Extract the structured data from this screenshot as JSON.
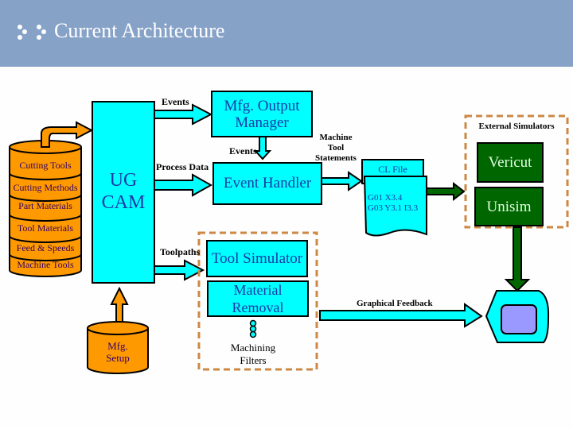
{
  "header": {
    "title": "Current Architecture",
    "icon": "bullet-dots-icon",
    "bg_color": "#87a2c7"
  },
  "colors": {
    "cyan": "#00ffff",
    "orange": "#ff9900",
    "green": "#006600",
    "dashed": "#cc8844",
    "screen": "#9999ff",
    "text_blue": "#1a3aa8"
  },
  "database": {
    "layers": [
      "Cutting Tools",
      "Cutting Methods",
      "Part Materials",
      "Tool Materials",
      "Feed & Speeds",
      "Machine Tools"
    ]
  },
  "ug_cam": {
    "label_line1": "UG",
    "label_line2": "CAM"
  },
  "mfg_setup": {
    "line1": "Mfg.",
    "line2": "Setup"
  },
  "mfg_output_manager": {
    "line1": "Mfg. Output",
    "line2": "Manager"
  },
  "event_handler": {
    "label": "Event Handler"
  },
  "arrows": {
    "events_top": "Events",
    "events_mid": "Events",
    "process_data": "Process Data",
    "toolpaths": "Toolpaths",
    "machine_tool_statements": [
      "Machine",
      "Tool",
      "Statements"
    ],
    "graphical_feedback": "Graphical Feedback"
  },
  "cl_file": {
    "title": "CL File",
    "line1": "G01 X3.4",
    "line2": "G03 Y3.1 I3.3"
  },
  "external_simulators": {
    "title": "External Simulators",
    "items": [
      "Vericut",
      "Unisim"
    ]
  },
  "tool_simulator_group": {
    "tool_simulator": "Tool Simulator",
    "material_removal_line1": "Material",
    "material_removal_line2": "Removal",
    "filters_line1": "Machining",
    "filters_line2": "Filters"
  },
  "display": {
    "icon": "monitor-icon"
  }
}
